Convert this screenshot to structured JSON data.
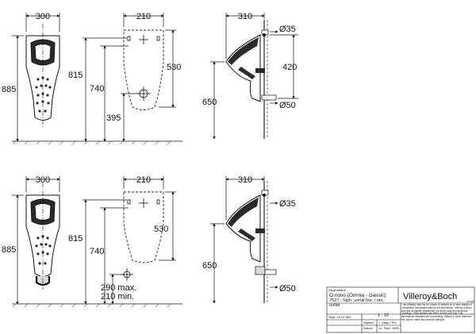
{
  "dimensions": {
    "top_front_width": "300",
    "top_back_width": "210",
    "top_side_depth": "310",
    "top_overall_height": "885",
    "top_height_815": "815",
    "top_height_740": "740",
    "top_height_395": "395",
    "top_back_height": "530",
    "top_pipe_spacing": "420",
    "top_side_height": "650",
    "top_dia_upper": "Ø35",
    "top_dia_lower": "Ø50",
    "bot_front_width": "300",
    "bot_back_width": "210",
    "bot_side_depth": "310",
    "bot_overall_height": "885",
    "bot_height_815": "815",
    "bot_height_740": "740",
    "bot_back_height": "530",
    "bot_side_height": "650",
    "bot_dia_upper": "Ø35",
    "bot_dia_lower": "Ø50",
    "bot_outlet_max": "290 max.",
    "bot_outlet_min": "210 min."
  },
  "title_block": {
    "designation_label": "Gegenstand",
    "product_line": "O.novo (Omnia - classic)",
    "product_desc": "7527 - Siph. urinal hor. / ver.",
    "product_outlet": "outlet",
    "brand": "Villeroy&Boch",
    "scale": "1 : 10",
    "date_label": "Sept. 19 02 WH",
    "row_label_1": "Signum",
    "row_label_2": "Datum",
    "row_value_1": "J. Zapp / RH",
    "row_value_2": "11. Sept. 1996",
    "note_text": "This drawing may not be copied or passed on to third parties or competitive companies without our permission. Villeroy & Boch accepts no liability whatsoever for these data and technical drawings. Other parties use them at their own risk. The dimensions indicated are not binding. Villeroy & Boch reserves the right to make any product changes."
  },
  "colors": {
    "line": "#111111",
    "dash": "#222222",
    "fill_dark": "#2a2a2a",
    "fill_light": "#d9d9d9"
  }
}
